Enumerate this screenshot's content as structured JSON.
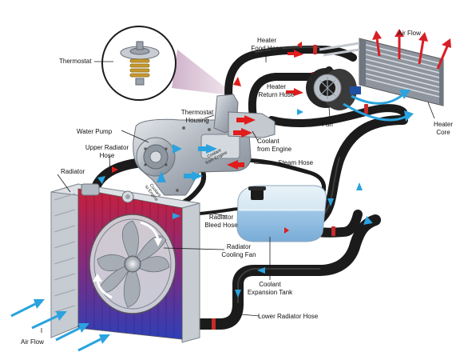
{
  "labels": {
    "thermostat": "Thermostat",
    "heater_food_hose": "Heater\nFood Hose",
    "air_flow_top": "Air Flow",
    "heater_return_hose": "Heater\nReturn Hose",
    "thermostat_housing": "Thermostat\nHousing",
    "water_pump": "Water Pump",
    "upper_radiator_hose": "Upper Radiator\nHose",
    "radiator": "Radiator",
    "fan": "Fan",
    "heater_core": "Heater\nCore",
    "coolant_from_engine": "Coolant\nfrom Engine",
    "coolant_from_engine_small": "Coolant\nfrom Engine",
    "coolant_to_engine": "Coolant\nto Engine",
    "steam_hose": "Steam Hose",
    "radiator_bleed_hose": "Radiator\nBleed Hose",
    "radiator_cooling_fan": "Radiator\nCooling Fan",
    "coolant_expansion_tank": "Coolant\nExpansion Tank",
    "lower_radiator_hose": "Lower Radiator Hose",
    "air_flow_bottom": "Air Flow"
  },
  "colors": {
    "hose": "#1b1b1b",
    "hot_arrow": "#e01c1c",
    "cold_arrow": "#2aa3df",
    "radiator_hot": "#c4203a",
    "radiator_cold": "#3240b8",
    "tank": "#a9cde6",
    "metal": "#b7bdc6"
  }
}
